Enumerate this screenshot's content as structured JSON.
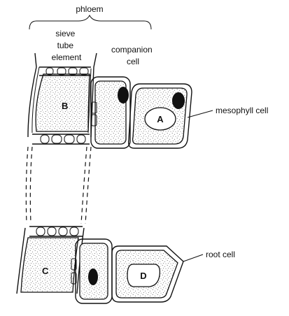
{
  "diagram": {
    "labels": {
      "phloem": "phloem",
      "sieve_tube_element": [
        "sieve",
        "tube",
        "element"
      ],
      "companion_cell": [
        "companion",
        "cell"
      ],
      "mesophyll_cell": "mesophyll cell",
      "root_cell": "root cell",
      "cell_b": "B",
      "cell_c": "C",
      "vacuole_a": "A",
      "vacuole_d": "D"
    },
    "colors": {
      "stroke": "#111111",
      "background": "#ffffff",
      "stipple": "#555555"
    }
  }
}
